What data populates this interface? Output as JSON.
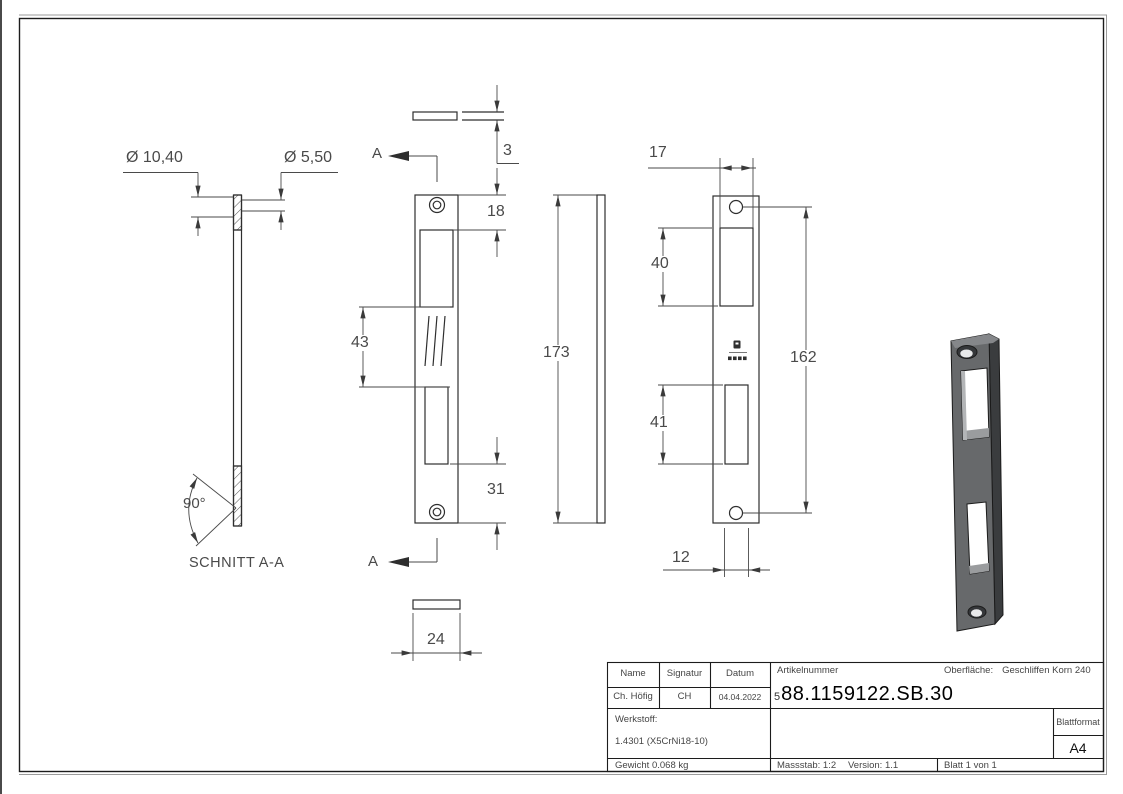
{
  "views": {
    "section": {
      "label": "SCHNITT A-A",
      "dims": {
        "outer_dia": "Ø 10,40",
        "inner_dia": "Ø 5,50",
        "countersink_angle": "90°"
      }
    },
    "front": {
      "cut_letter_top": "A",
      "cut_letter_bottom": "A",
      "dims": {
        "thickness": "3",
        "top_edge_to_cutout": "18",
        "between_cutouts": "43",
        "cutout_to_bottom": "31",
        "height": "173",
        "width": "24"
      }
    },
    "rear": {
      "dims": {
        "top_cutout_width": "17",
        "top_cutout_height": "40",
        "bottom_cutout_height": "41",
        "hole_spacing": "162",
        "bottom_cutout_width": "12"
      }
    }
  },
  "title_block": {
    "headers": {
      "name": "Name",
      "signatur": "Signatur",
      "datum": "Datum"
    },
    "name": "Ch. Höfig",
    "signatur": "CH",
    "datum": "04.04.2022",
    "artikelnummer_label": "Artikelnummer",
    "artikelnummer_prefix": "5",
    "artikelnummer": "88.1159122.SB.30",
    "oberflaeche_label": "Oberfläche:",
    "oberflaeche_value": "Geschliffen Korn 240",
    "werkstoff_label": "Werkstoff:",
    "werkstoff_value": "1.4301 (X5CrNi18-10)",
    "gewicht": "Gewicht 0.068 kg",
    "massstab": "Massstab: 1:2",
    "version": "Version: 1.1",
    "blatt": "Blatt 1 von 1",
    "blattformat_label": "Blattformat",
    "blattformat_value": "A4"
  },
  "colors": {
    "line": "#2e2e2e",
    "dim_line": "#4a4a4a",
    "part_front_face": "#67696b",
    "part_side_face": "#3a3c3e"
  }
}
